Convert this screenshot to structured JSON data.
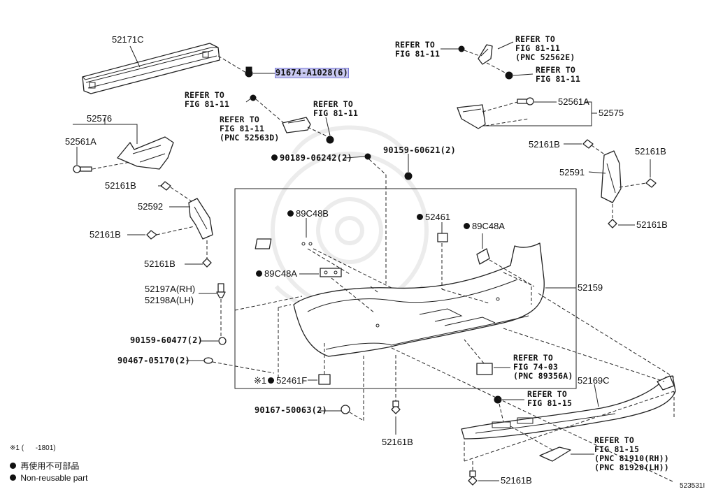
{
  "highlight_color": "#c9c9f2",
  "line_color": "#222222",
  "callouts": {
    "p52171C": "52171C",
    "p91674": "91674-A1028(6)",
    "ref_a": "REFER TO\nFIG 81-11",
    "ref_b": "REFER TO\nFIG 81-11\n(PNC 52562E)",
    "ref_c": "REFER TO\nFIG 81-11",
    "ref_d": "REFER TO\nFIG 81-11",
    "ref_e": "REFER TO\nFIG 81-11",
    "ref_f": "REFER TO\nFIG 81-11\n(PNC 52563D)",
    "p52576": "52576",
    "p52561A_l": "52561A",
    "p52561A_r": "52561A",
    "p52575": "52575",
    "p90189": "90189-06242(2)",
    "p90159_60621": "90159-60621(2)",
    "p52161B_1": "52161B",
    "p52161B_2": "52161B",
    "p52161B_3": "52161B",
    "p52161B_4": "52161B",
    "p52161B_5": "52161B",
    "p52161B_6": "52161B",
    "p52161B_7": "52161B",
    "p52161B_8": "52161B",
    "p52592": "52592",
    "p52591": "52591",
    "p89C48B": "89C48B",
    "p52461": "52461",
    "p89C48A_r": "89C48A",
    "p89C48A_l": "89C48A",
    "p52197A": "52197A(RH)",
    "p52198A": "52198A(LH)",
    "p52159": "52159",
    "p90159_60477": "90159-60477(2)",
    "p90467": "90467-05170(2)",
    "p52461F_mark": "※1",
    "p52461F": "52461F",
    "ref_7403": "REFER TO\nFIG 74-03\n(PNC 89356A)",
    "p52169C": "52169C",
    "ref_8115a": "REFER TO\nFIG 81-15",
    "p90167": "90167-50063(2)",
    "ref_8115b": "REFER TO\nFIG 81-15\n(PNC 81910(RH))\n(PNC 81920(LH))"
  },
  "legend": {
    "note": "※1 (      -1801)",
    "jp": "再使用不可部品",
    "en": "Non-reusable part"
  },
  "diagram_id": "523531I"
}
